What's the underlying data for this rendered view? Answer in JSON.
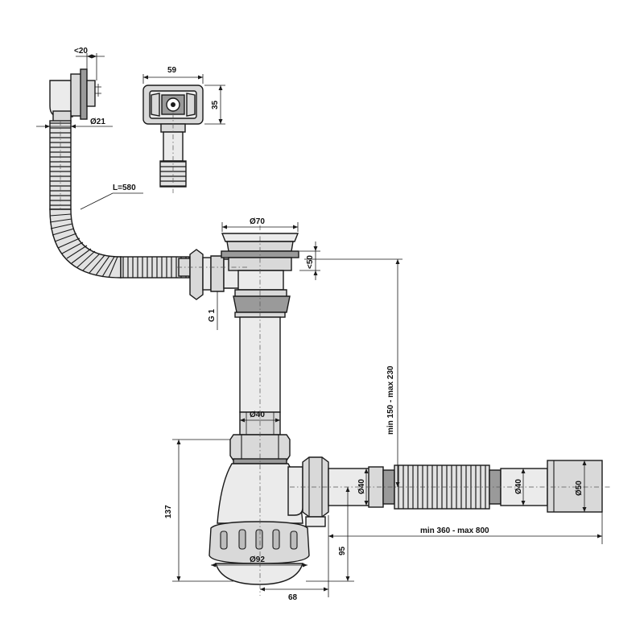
{
  "drawing": {
    "dimensions": {
      "overflow_depth": "<20",
      "overflow_pipe_diameter": "Ø21",
      "hose_length": "L=580",
      "overflow_cover_width": "59",
      "overflow_cover_height": "35",
      "drain_grid_diameter": "Ø70",
      "drain_neck_height": "<50",
      "overflow_thread": "G 1",
      "vertical_pipe_diameter": "Ø40",
      "trap_height": "137",
      "trap_diameter": "Ø92",
      "outlet_height": "95",
      "trap_offset": "68",
      "outlet_span": "min 360 - max 800",
      "drop_range": "min 150 - max 230",
      "outlet_pipe_diameter": "Ø40",
      "outlet_end_diameter": "Ø50"
    }
  }
}
